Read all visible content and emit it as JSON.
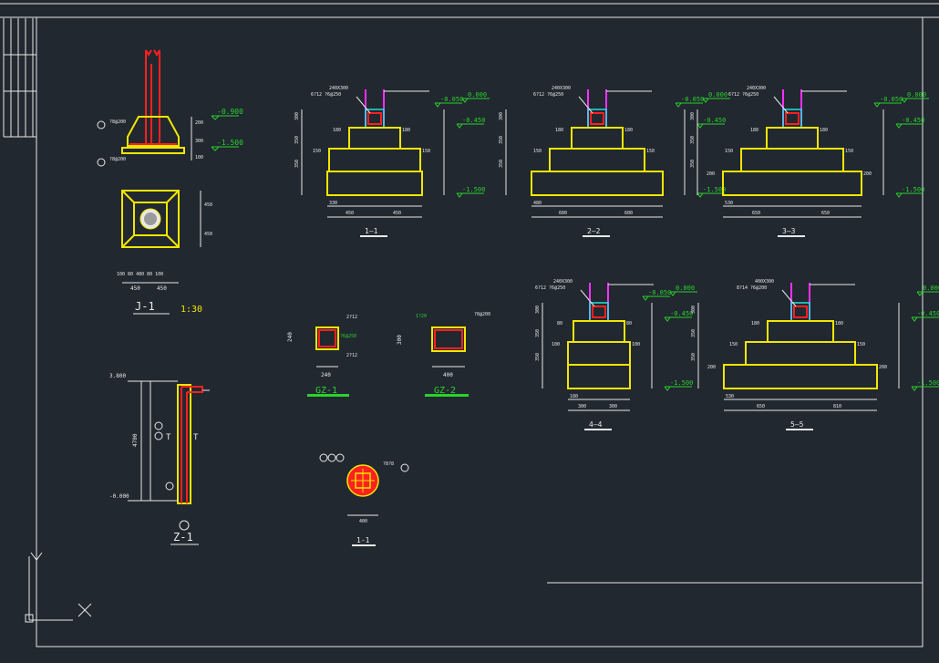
{
  "colors": {
    "background": "#212830",
    "frame": "#e8e8e8",
    "footing": "#f2e600",
    "rebar": "#ff2020",
    "column": "#ff2fff",
    "elevation": "#2bd12b"
  },
  "j1": {
    "title": "J-1",
    "scale": "1:30",
    "elev_top": "-0.900",
    "elev_bottom": "-1.500",
    "dim_w1": "450",
    "dim_w2": "450",
    "dim_v1": "450",
    "dim_v2": "450"
  },
  "sections": [
    {
      "title": "1—1",
      "col": "240X300",
      "rebar": "6?12  ?6@250",
      "elev0": "0.000",
      "elev1": "-0.050",
      "elev2": "-0.450",
      "elev3": "-1.500",
      "left_dims": [
        "300",
        "350",
        "350"
      ],
      "steps": [
        "180",
        "150"
      ],
      "dim_bottom1": "330",
      "dim_bottom2": "450",
      "dim_bottom3": "450"
    },
    {
      "title": "2—2",
      "col": "240X300",
      "rebar": "6?12  ?6@250",
      "elev0": "0.000",
      "elev1": "-0.050",
      "elev2": "-0.450",
      "elev3": "-1.500",
      "left_dims": [
        "300",
        "350",
        "350"
      ],
      "steps": [
        "180",
        "150"
      ],
      "dim_bottom1": "480",
      "dim_bottom2": "600",
      "dim_bottom3": "600"
    },
    {
      "title": "3—3",
      "col": "240X300",
      "rebar": "6?12  ?6@250",
      "elev0": "0.000",
      "elev1": "-0.050",
      "elev2": "-0.450",
      "elev3": "-1.500",
      "left_dims": [
        "300",
        "350",
        "350"
      ],
      "steps": [
        "180",
        "150",
        "200"
      ],
      "dim_bottom1": "530",
      "dim_bottom2": "650",
      "dim_bottom3": "650"
    },
    {
      "title": "4—4",
      "col": "240X300",
      "rebar": "6?12  ?6@250",
      "elev0": "0.000",
      "elev1": "-0.050",
      "elev2": "-0.450",
      "elev3": "-1.500",
      "left_dims": [
        "300",
        "350",
        "350"
      ],
      "steps": [
        "80",
        "100"
      ],
      "dim_bottom1": "180",
      "dim_bottom2": "300",
      "dim_bottom3": "300"
    },
    {
      "title": "5—5",
      "col": "400X300",
      "rebar": "8?14  ?6@200",
      "elev0": "0.000",
      "elev1": "",
      "elev2": "-0.450",
      "elev3": "-1.500",
      "left_dims": [
        "300",
        "350",
        "350"
      ],
      "steps": [
        "180",
        "150",
        "200"
      ],
      "dim_bottom1": "530",
      "dim_bottom2": "650",
      "dim_bottom3": "810"
    }
  ],
  "gz1": {
    "title": "GZ-1",
    "rebar_top": "2?12",
    "rebar_bottom": "2?12",
    "stirrup": "?6@250",
    "dim_w": "240",
    "dim_h": "240"
  },
  "gz2": {
    "title": "GZ-2",
    "rebar_top": "1?20",
    "stirrup": "?8@200",
    "dim_w": "400",
    "dim_h": "300"
  },
  "z1": {
    "title": "Z-1",
    "elev_top": "3.800",
    "elev_bottom": "-0.000",
    "height": "4700"
  },
  "section11": {
    "title": "1-1",
    "stirrup": "?8?8",
    "dim": "400"
  }
}
